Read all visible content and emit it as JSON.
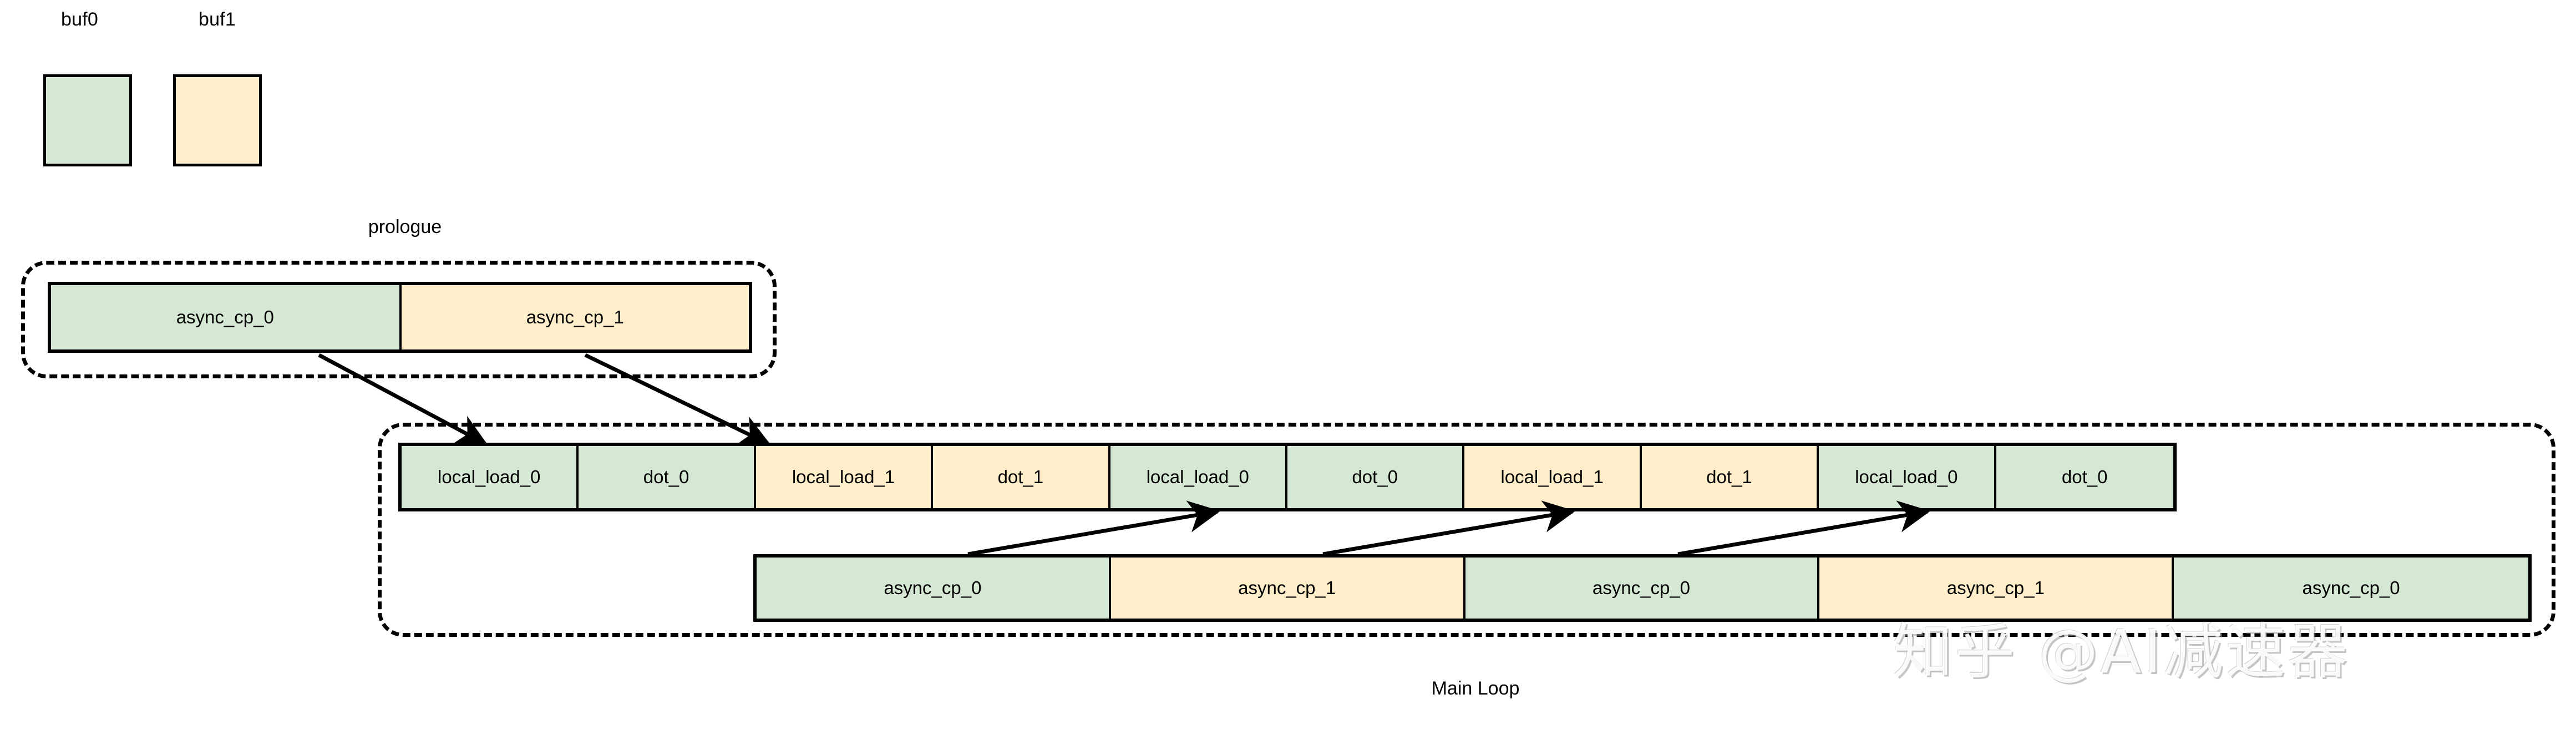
{
  "legend": {
    "items": [
      {
        "label": "buf0",
        "color": "#d5e8d4",
        "border": "#000000"
      },
      {
        "label": "buf1",
        "color": "#ffeec9",
        "border": "#000000"
      }
    ]
  },
  "prologue": {
    "caption": "prologue",
    "cells": [
      {
        "label": "async_cp_0",
        "buffer": "buf0",
        "color": "#d5e8d4"
      },
      {
        "label": "async_cp_1",
        "buffer": "buf1",
        "color": "#ffeec9"
      }
    ]
  },
  "main_loop": {
    "caption": "Main Loop",
    "compute_row": {
      "cells": [
        {
          "label": "local_load_0",
          "buffer": "buf0",
          "color": "#d5e8d4"
        },
        {
          "label": "dot_0",
          "buffer": "buf0",
          "color": "#d5e8d4"
        },
        {
          "label": "local_load_1",
          "buffer": "buf1",
          "color": "#ffeec9"
        },
        {
          "label": "dot_1",
          "buffer": "buf1",
          "color": "#ffeec9"
        },
        {
          "label": "local_load_0",
          "buffer": "buf0",
          "color": "#d5e8d4"
        },
        {
          "label": "dot_0",
          "buffer": "buf0",
          "color": "#d5e8d4"
        },
        {
          "label": "local_load_1",
          "buffer": "buf1",
          "color": "#ffeec9"
        },
        {
          "label": "dot_1",
          "buffer": "buf1",
          "color": "#ffeec9"
        },
        {
          "label": "local_load_0",
          "buffer": "buf0",
          "color": "#d5e8d4"
        },
        {
          "label": "dot_0",
          "buffer": "buf0",
          "color": "#d5e8d4"
        }
      ]
    },
    "copy_row": {
      "cells": [
        {
          "label": "async_cp_0",
          "buffer": "buf0",
          "color": "#d5e8d4"
        },
        {
          "label": "async_cp_1",
          "buffer": "buf1",
          "color": "#ffeec9"
        },
        {
          "label": "async_cp_0",
          "buffer": "buf0",
          "color": "#d5e8d4"
        },
        {
          "label": "async_cp_1",
          "buffer": "buf1",
          "color": "#ffeec9"
        },
        {
          "label": "async_cp_0",
          "buffer": "buf0",
          "color": "#d5e8d4"
        }
      ]
    }
  },
  "watermark": {
    "text": "知乎 @AI减速器"
  },
  "colors": {
    "buf0_fill": "#d5e8d4",
    "buf1_fill": "#ffeec9",
    "stroke": "#000000",
    "background": "#ffffff"
  }
}
